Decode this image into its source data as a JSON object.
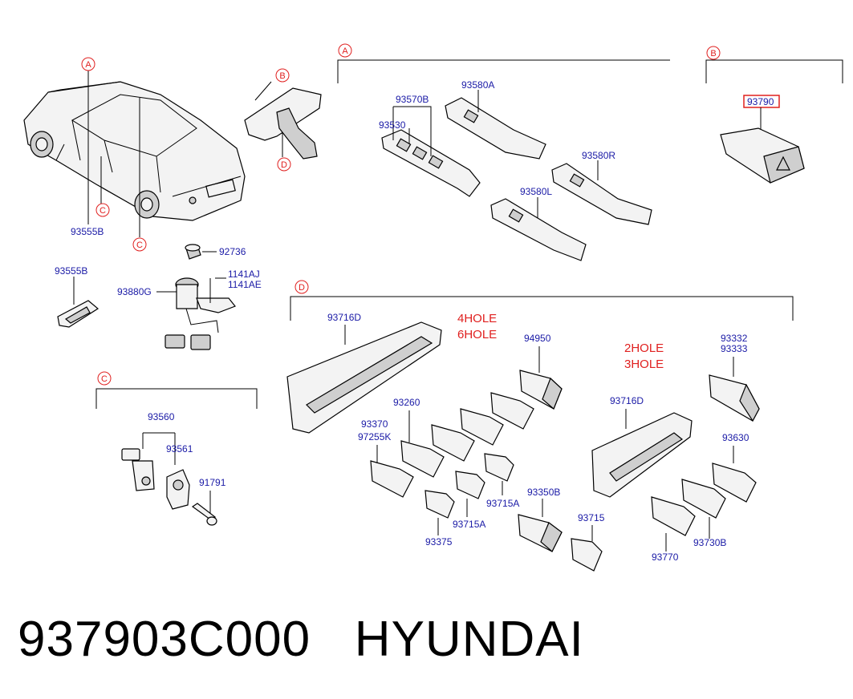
{
  "section_markers": {
    "a": "A",
    "b": "B",
    "c": "C",
    "d": "D"
  },
  "car_callouts": {
    "a": "A",
    "b": "B",
    "c1": "C",
    "c2": "C",
    "d": "D"
  },
  "labels": {
    "car_lamp": "93555B",
    "cap": "92736",
    "lamp_93555b": "93555B",
    "sensor": "93880G",
    "bolt1": "1141AJ",
    "bolt2": "1141AE",
    "sw_93570b": "93570B",
    "sw_93530": "93530",
    "sw_93580a": "93580A",
    "sw_93580r": "93580R",
    "sw_93580l": "93580L",
    "hazard": "93790",
    "door_93560": "93560",
    "door_93561": "93561",
    "screw_91791": "91791",
    "panel_93716d_1": "93716D",
    "panel_93716d_2": "93716D",
    "s_94950": "94950",
    "s_93260": "93260",
    "s_93370": "93370",
    "s_97255k": "97255K",
    "s_93375": "93375",
    "s_93715a_1": "93715A",
    "s_93715a_2": "93715A",
    "s_93350b": "93350B",
    "s_93715": "93715",
    "s_93332": "93332",
    "s_93333": "93333",
    "s_93630": "93630",
    "s_93730b": "93730B",
    "s_93770": "93770"
  },
  "notes": {
    "hole4": "4HOLE",
    "hole6": "6HOLE",
    "hole2": "2HOLE",
    "hole3": "3HOLE"
  },
  "caption": {
    "part_number": "937903C000",
    "brand": "HYUNDAI"
  },
  "colors": {
    "label_blue": "#1a1aa6",
    "callout_red": "#e0201f",
    "highlight_box": "#e0201f"
  }
}
